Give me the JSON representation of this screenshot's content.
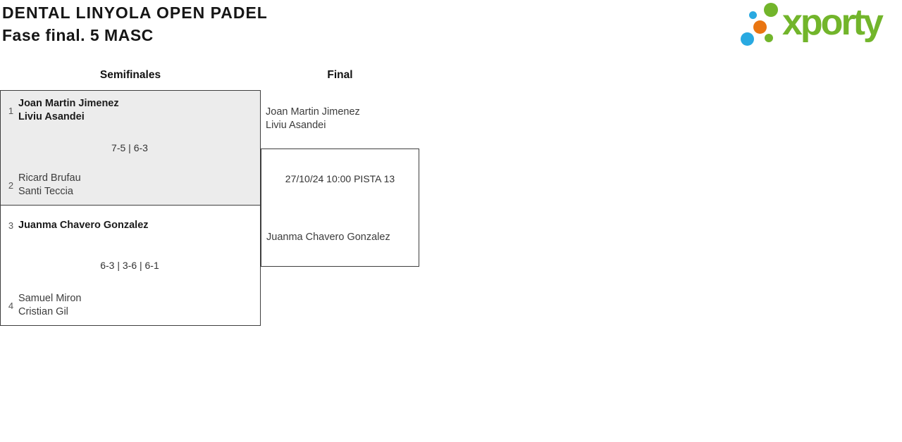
{
  "header": {
    "title": "DENTAL LINYOLA OPEN PADEL",
    "subtitle": "Fase final. 5 MASC"
  },
  "logo": {
    "text": "xporty",
    "colors": {
      "green": "#72b52b",
      "blue": "#29a9e1",
      "orange": "#e97511"
    }
  },
  "columns": [
    {
      "label": "Semifinales"
    },
    {
      "label": "Final"
    }
  ],
  "semifinals": [
    {
      "team1": {
        "seed": "1",
        "players": [
          "Joan Martin Jimenez",
          "Liviu Asandei"
        ],
        "winner": true
      },
      "score": "7-5 | 6-3",
      "team2": {
        "seed": "2",
        "players": [
          "Ricard Brufau",
          "Santi Teccia"
        ],
        "winner": false
      }
    },
    {
      "team1": {
        "seed": "3",
        "players": [
          "Juanma Chavero Gonzalez"
        ],
        "winner": true
      },
      "score": "6-3 | 3-6 | 6-1",
      "team2": {
        "seed": "4",
        "players": [
          "Samuel Miron",
          "Cristian Gil"
        ],
        "winner": false
      }
    }
  ],
  "final": {
    "team1": [
      "Joan Martin Jimenez",
      "Liviu Asandei"
    ],
    "schedule": "27/10/24 10:00 PISTA 13",
    "team2": [
      "Juanma Chavero Gonzalez"
    ]
  },
  "colors": {
    "match_highlight_bg": "#ececec",
    "border": "#3e3e3e",
    "winner_text": "#1b1b1b",
    "text": "#3c3c3c"
  }
}
